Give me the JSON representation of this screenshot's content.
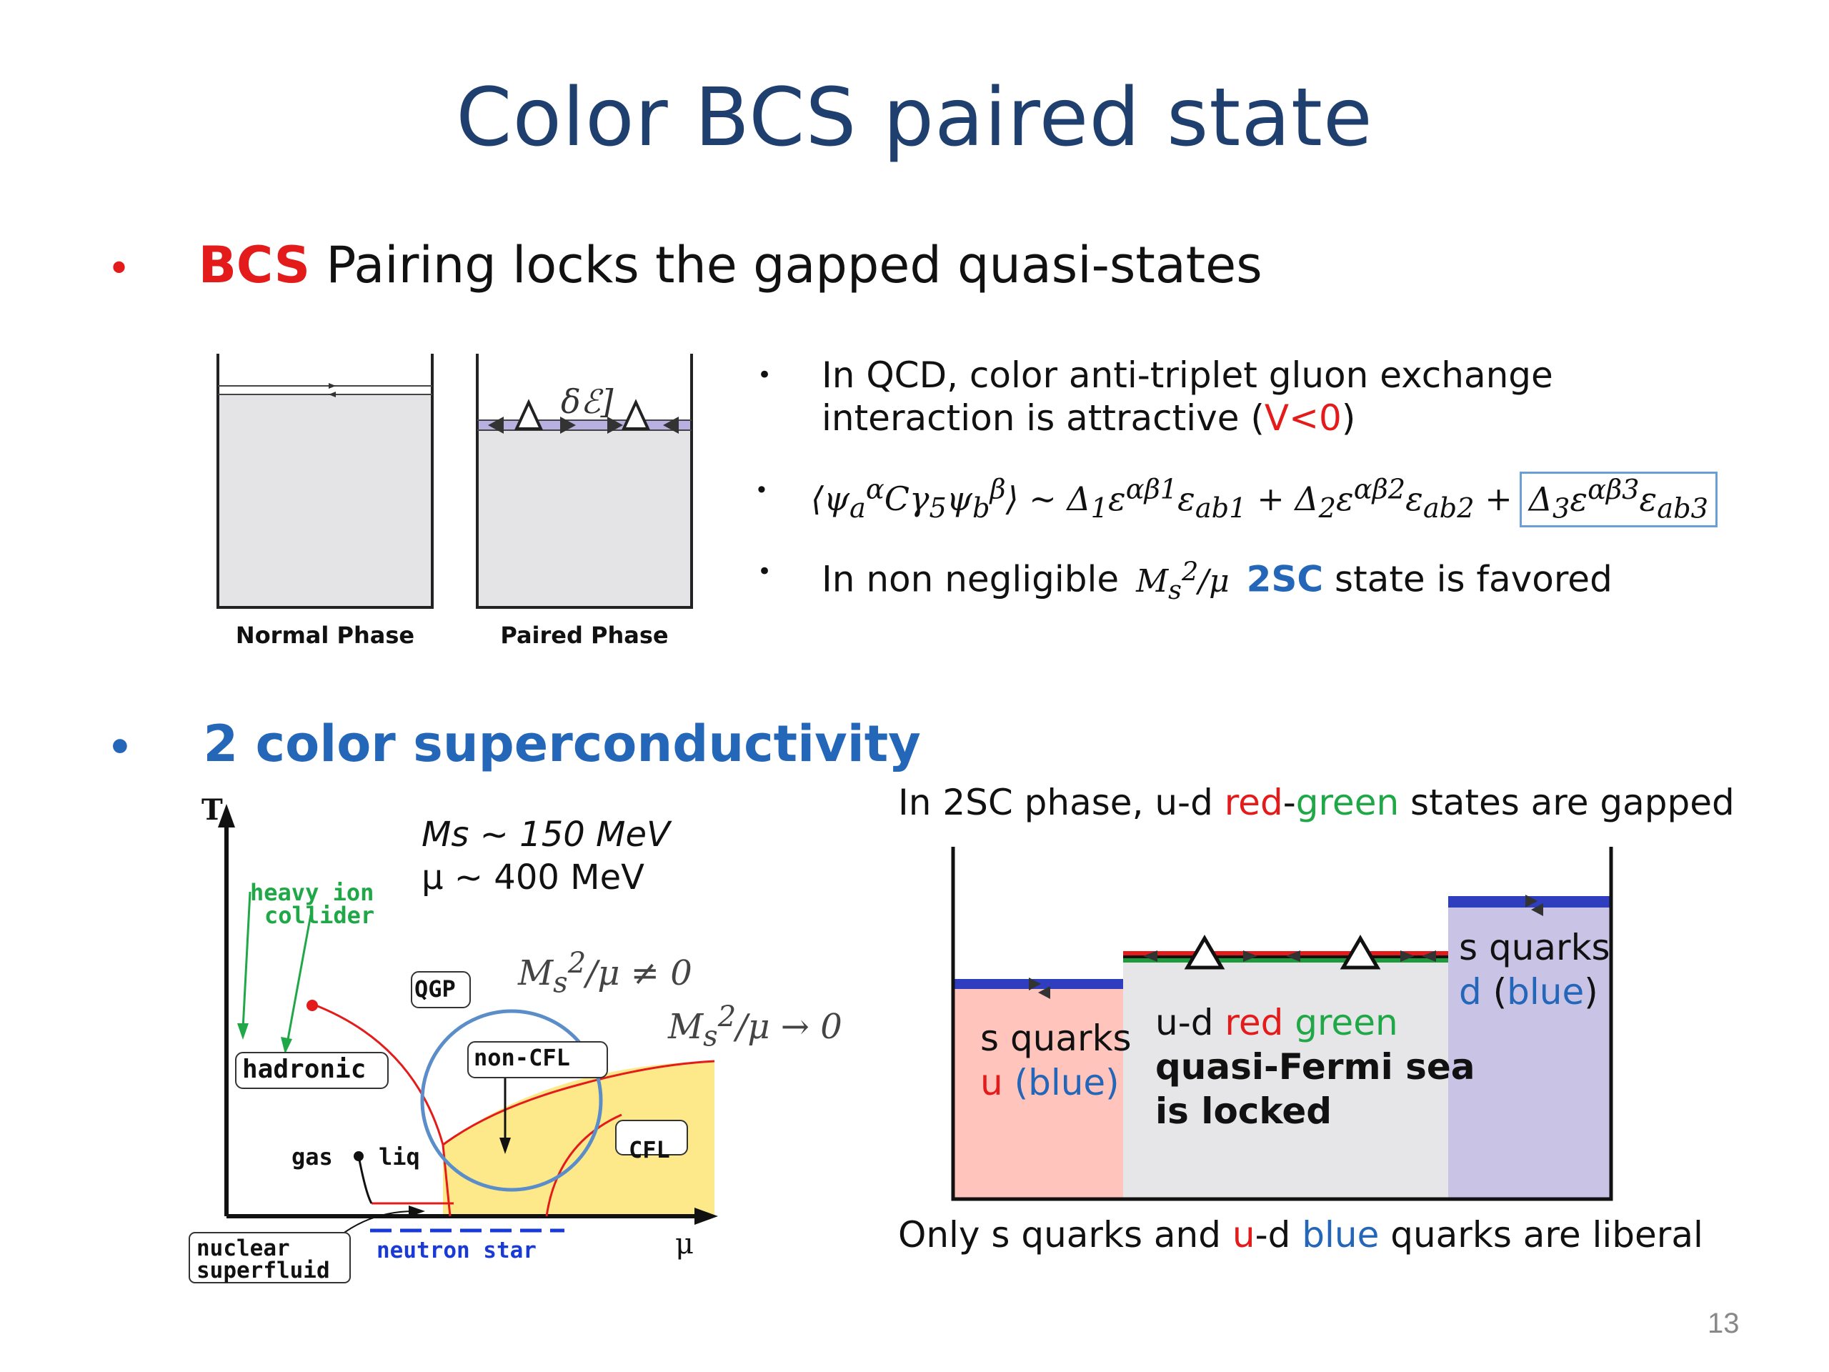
{
  "slide": {
    "title": "Color BCS paired state",
    "page_number": "13"
  },
  "bullet1": {
    "marker": "•",
    "highlight": "BCS",
    "text": " Pairing locks the gapped quasi-states"
  },
  "pairing_figure": {
    "delta_label": "δℰ]",
    "normal_caption": "Normal Phase",
    "paired_caption": "Paired Phase"
  },
  "side_bullets": {
    "b1_line1": "In QCD, color anti-triplet gluon exchange",
    "b1_line2_pre": "interaction is attractive (",
    "b1_line2_red": "V<0",
    "b1_line2_post": ")",
    "b2_formula_main": "⟨ψ<sub>a</sub><sup>α</sup>Cγ<sub>5</sub>ψ<sub>b</sub><sup>β</sup>⟩ ~ Δ<sub>1</sub>ε<sup>αβ1</sup>ε<sub>ab1</sub> + Δ<sub>2</sub>ε<sup>αβ2</sup>ε<sub>ab2</sub> +",
    "b2_formula_boxed": "Δ<sub>3</sub>ε<sup>αβ3</sup>ε<sub>ab3</sub>",
    "b3_pre": "In non negligible",
    "b3_math": "M<sub>s</sub><sup>2</sup>/μ",
    "b3_highlight": "2SC",
    "b3_post": "state is favored"
  },
  "bullet2": {
    "marker": "•",
    "text": "2 color superconductivity"
  },
  "phase_diagram": {
    "axis_t": "T",
    "axis_mu": "μ",
    "ms_line": "Ms ~ 150 MeV",
    "mu_line": "μ ~ 400 MeV",
    "heavy_ion_1": "heavy ion",
    "heavy_ion_2": "collider",
    "qgp": "QGP",
    "ms_neq": "M_s²/μ ≠ 0",
    "ms_to0": "M_s²/μ → 0",
    "non_cfl": "non-CFL",
    "hadronic": "hadronic",
    "gas": "gas",
    "liq": "liq",
    "cfl": "CFL",
    "nuclear_1": "nuclear",
    "nuclear_2": "superfluid",
    "neutron_star": "neutron star"
  },
  "two_sc": {
    "heading_pre": "In 2SC phase, u-d ",
    "heading_red": "red",
    "heading_dash": "-",
    "heading_green": "green",
    "heading_post": " states are gapped",
    "left_line1": "s quarks",
    "left_u": "u",
    "left_blue": " (blue)",
    "mid_pre": "u-d ",
    "mid_red": "red",
    "mid_green": " green",
    "mid_line2": "quasi-Fermi sea",
    "mid_line3": "is locked",
    "right_line1": "s quarks",
    "right_d": "d",
    "right_open": " (",
    "right_blue": "blue",
    "right_close": ")",
    "footer_pre": "Only s quarks and ",
    "footer_red": "u",
    "footer_dash": "-d ",
    "footer_blue": "blue",
    "footer_post": " quarks are liberal"
  },
  "colors": {
    "title": "#1f3f6e",
    "red": "#e31b1b",
    "blue": "#2466b8",
    "green": "#20a848",
    "cfl_yellow": "#fde98a",
    "pink": "#ffc4bc",
    "lavender": "#c9c3e6"
  }
}
